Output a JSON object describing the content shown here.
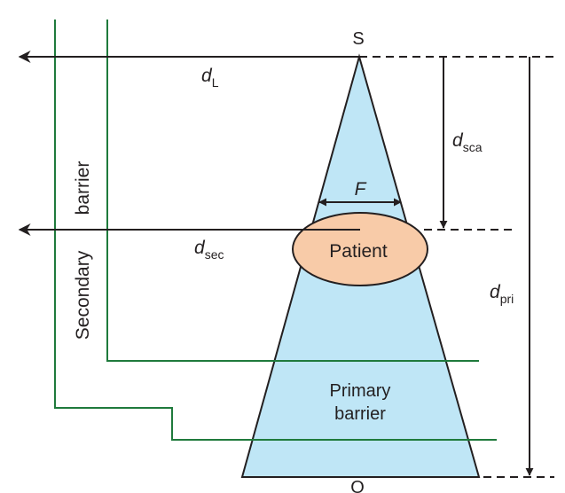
{
  "labels": {
    "source": "S",
    "origin": "O",
    "d_L_main": "d",
    "d_L_sub": "L",
    "d_sca_main": "d",
    "d_sca_sub": "sca",
    "d_sec_main": "d",
    "d_sec_sub": "sec",
    "d_pri_main": "d",
    "d_pri_sub": "pri",
    "field": "F",
    "patient": "Patient",
    "primary_barrier_line1": "Primary",
    "primary_barrier_line2": "barrier",
    "secondary_barrier_word1": "Secondary",
    "secondary_barrier_word2": "barrier"
  },
  "colors": {
    "beam_fill": "#bfe6f6",
    "patient_fill": "#f8cba8",
    "barrier_line": "#1f7a3c",
    "ink": "#231f20"
  }
}
